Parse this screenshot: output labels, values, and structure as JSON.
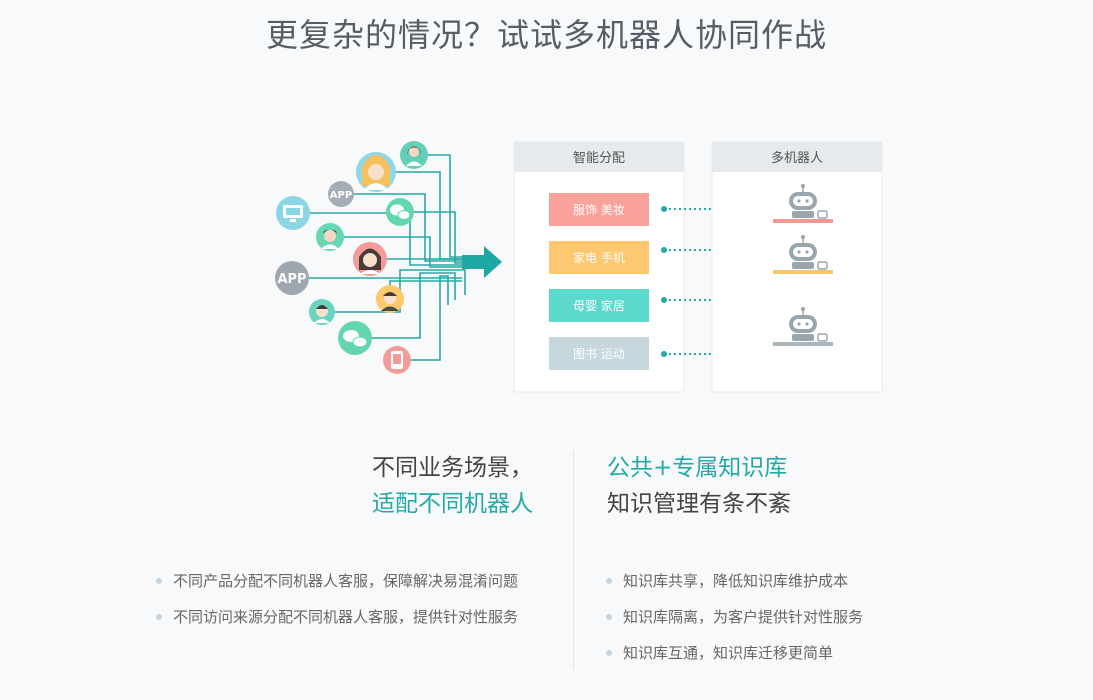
{
  "page": {
    "title": "更复杂的情况？试试多机器人协同作战"
  },
  "diagram": {
    "sources": {
      "app_small": "APP",
      "app_large": "APP",
      "icons": [
        "avatar-woman-icon",
        "avatar-man-icon",
        "app-icon",
        "wechat-icon",
        "monitor-icon",
        "mobile-icon"
      ]
    },
    "distribution": {
      "header": "智能分配",
      "categories": [
        {
          "label": "服饰 美妆",
          "color": "#f9a19b"
        },
        {
          "label": "家电 手机",
          "color": "#fdc870"
        },
        {
          "label": "母婴 家居",
          "color": "#5dd8cc"
        },
        {
          "label": "图书 运动",
          "color": "#c6d7dd"
        }
      ]
    },
    "robots": {
      "header": "多机器人",
      "accents": [
        "#f49894",
        "#fcc66c",
        "#aab6bc"
      ]
    },
    "colors": {
      "teal": "#27a8a4",
      "panel_header": "#e7eaec"
    }
  },
  "left": {
    "title_line1": "不同业务场景，",
    "title_line2": "适配不同机器人",
    "bullets": [
      "不同产品分配不同机器人客服，保障解决易混淆问题",
      "不同访问来源分配不同机器人客服，提供针对性服务"
    ]
  },
  "right": {
    "title_line1": "公共+专属知识库",
    "title_line2": "知识管理有条不紊",
    "bullets": [
      "知识库共享，降低知识库维护成本",
      "知识库隔离，为客户提供针对性服务",
      "知识库互通，知识库迁移更简单"
    ]
  }
}
